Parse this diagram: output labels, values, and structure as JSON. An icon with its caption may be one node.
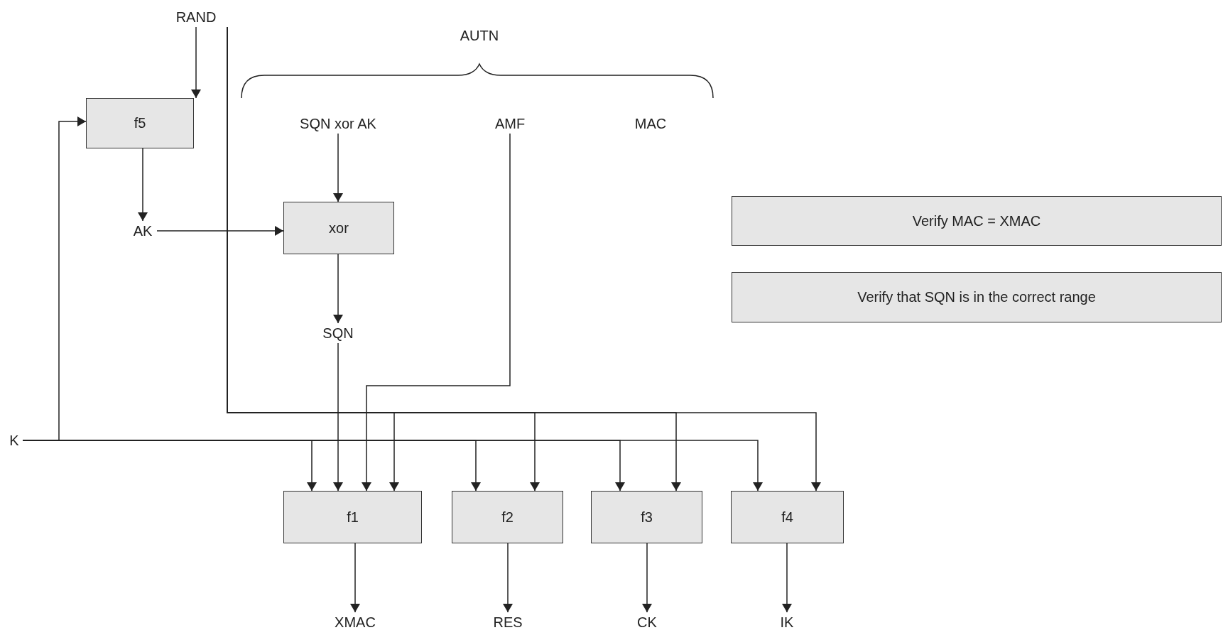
{
  "diagram": {
    "nodes": [
      {
        "text": [
          "RAND"
        ]
      },
      {
        "text": [
          "f5"
        ]
      },
      {
        "text": [
          "SQN xor AK"
        ]
      },
      {
        "text": [
          "AMF"
        ]
      },
      {
        "text": [
          "AK"
        ]
      },
      {
        "text": [
          "xor"
        ]
      },
      {
        "text": [
          "SQN"
        ]
      },
      {
        "text": [
          "Verify MAC = XMAC"
        ]
      },
      {
        "text": [
          "Verify that SQN is in the correct range"
        ]
      },
      {
        "text": [
          "K"
        ]
      },
      {
        "text": [
          "f1"
        ]
      },
      {
        "text": [
          "f2"
        ]
      },
      {
        "text": [
          "f3"
        ]
      },
      {
        "text": [
          "f4"
        ]
      },
      {
        "text": [
          "XMAC"
        ]
      },
      {
        "text": [
          "RES"
        ]
      },
      {
        "text": [
          "CK"
        ]
      },
      {
        "text": [
          "IK"
        ]
      }
    ],
    "edges": [
      {
        "from": 0,
        "to": 1,
        "arrow": "to"
      },
      {
        "from": 9,
        "to": 1,
        "arrow": "to"
      },
      {
        "from": 1,
        "to": 4,
        "arrow": "to"
      },
      {
        "from": 2,
        "to": 5,
        "arrow": "to"
      },
      {
        "from": 4,
        "to": 5,
        "arrow": "to"
      },
      {
        "from": 5,
        "to": 6,
        "arrow": "to"
      },
      {
        "from": 6,
        "to": 10,
        "arrow": "to"
      },
      {
        "from": 3,
        "to": 10,
        "arrow": "to"
      },
      {
        "from": 9,
        "to": 10,
        "arrow": "to"
      },
      {
        "from": 0,
        "to": 10,
        "arrow": "to"
      },
      {
        "from": 9,
        "to": 11,
        "arrow": "to"
      },
      {
        "from": 0,
        "to": 11,
        "arrow": "to"
      },
      {
        "from": 9,
        "to": 12,
        "arrow": "to"
      },
      {
        "from": 0,
        "to": 12,
        "arrow": "to"
      },
      {
        "from": 9,
        "to": 13,
        "arrow": "to"
      },
      {
        "from": 0,
        "to": 13,
        "arrow": "to"
      },
      {
        "from": 10,
        "to": 14,
        "arrow": "to"
      },
      {
        "from": 11,
        "to": 15,
        "arrow": "to"
      },
      {
        "from": 12,
        "to": 16,
        "arrow": "to"
      },
      {
        "from": 13,
        "to": 17,
        "arrow": "to"
      }
    ],
    "labels": [
      "AUTN",
      "MAC"
    ]
  }
}
